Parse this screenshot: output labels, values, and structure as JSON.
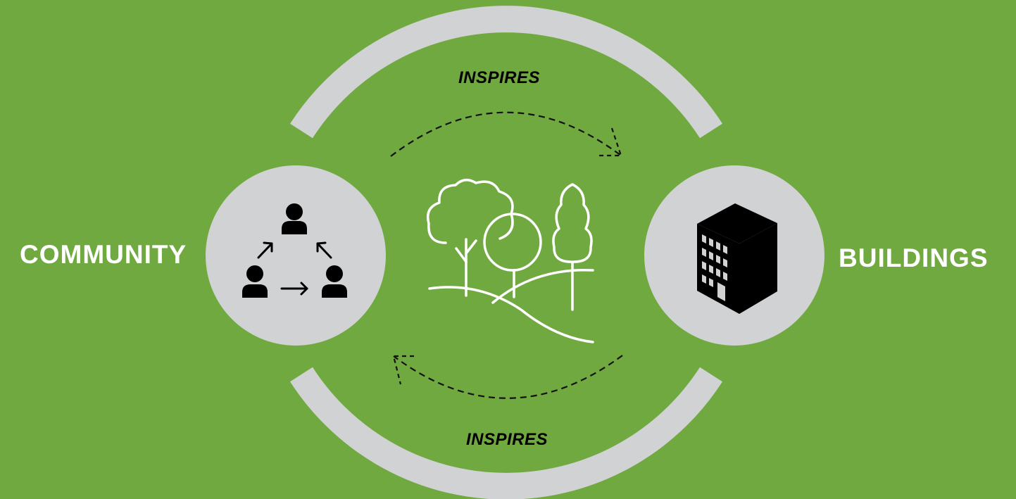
{
  "nodes": {
    "left_label": "COMMUNITY",
    "right_label": "BUILDINGS"
  },
  "flows": {
    "top_label": "INSPIRES",
    "bottom_label": "INSPIRES"
  },
  "colors": {
    "background": "#71a941",
    "ring": "#d1d2d4",
    "icon": "#000000",
    "label": "#ffffff",
    "line_art": "#ffffff"
  },
  "icons": {
    "left_circle": "people-network-icon",
    "center": "trees-landscape-icon",
    "right_circle": "office-building-icon"
  }
}
